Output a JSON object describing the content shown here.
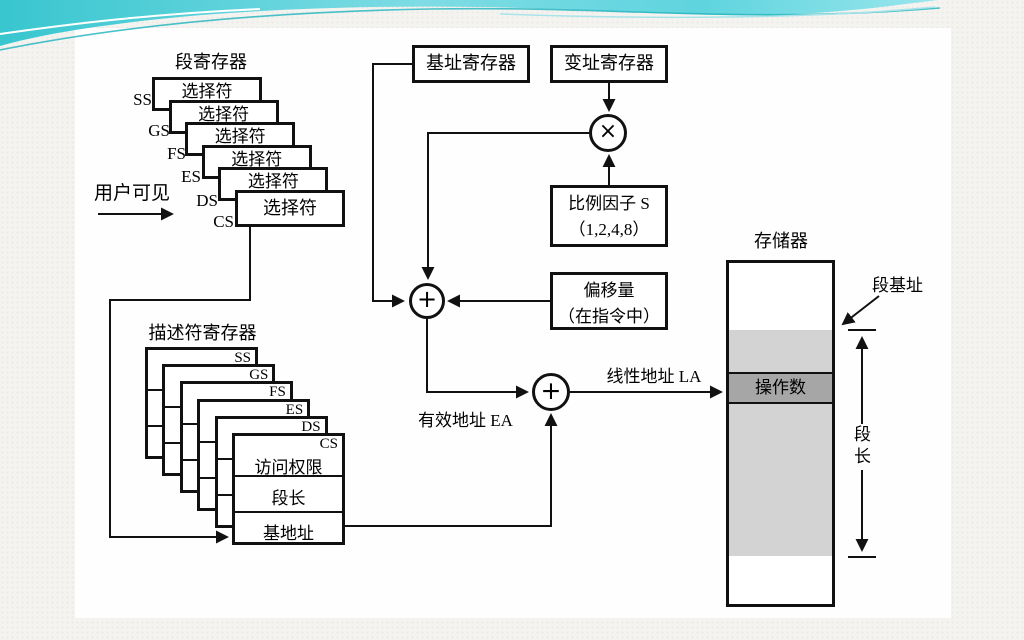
{
  "colors": {
    "line": "#111111",
    "segment_fill": "#d3d3d3",
    "operand_fill": "#a6a6a6",
    "decor_teal_strong": "#3cc9d1",
    "decor_teal_light": "#8ee2ea"
  },
  "segment_registers": {
    "title": "段寄存器",
    "selector_label": "选择符",
    "registers": [
      "SS",
      "GS",
      "FS",
      "ES",
      "DS",
      "CS"
    ]
  },
  "user_visible": "用户可见",
  "base_register": "基址寄存器",
  "index_register": "变址寄存器",
  "scale_factor": {
    "line1": "比例因子 S",
    "line2": "（1,2,4,8）"
  },
  "offset": {
    "line1": "偏移量",
    "line2": "（在指令中）"
  },
  "operators": {
    "multiply": "×",
    "add": "+"
  },
  "descriptor_registers": {
    "title": "描述符寄存器",
    "registers": [
      "SS",
      "GS",
      "FS",
      "ES",
      "DS",
      "CS"
    ],
    "rows": [
      "访问权限",
      "段长",
      "基地址"
    ]
  },
  "labels": {
    "effective_address": "有效地址 EA",
    "linear_address": "线性地址 LA",
    "segment_base": "段基址",
    "segment_length_1": "段",
    "segment_length_2": "长"
  },
  "memory": {
    "title": "存储器",
    "operand": "操作数"
  }
}
